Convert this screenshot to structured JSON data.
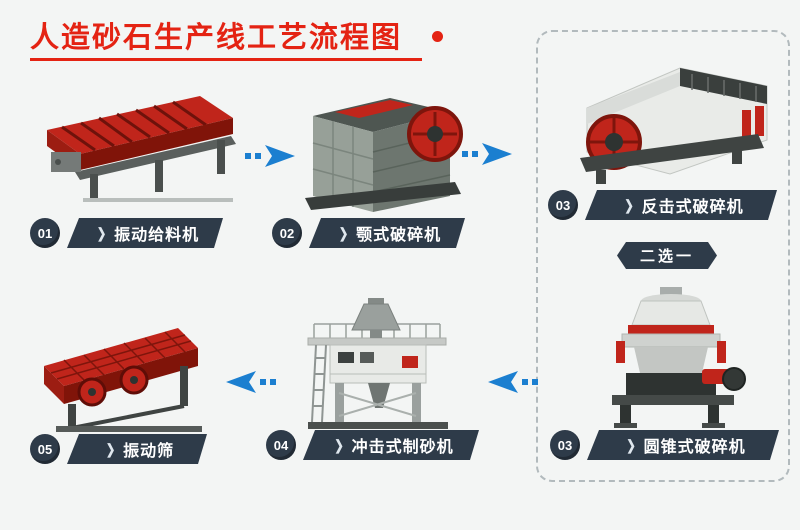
{
  "page": {
    "title": "人造砂石生产线工艺流程图",
    "choice_label": "二选一"
  },
  "colors": {
    "background": "#f3f5f4",
    "title_red": "#e42313",
    "arrow_blue": "#1b7fd0",
    "ribbon_dark": "#2e3b49",
    "machine_red": "#c0251b"
  },
  "stages": [
    {
      "num": "01",
      "label": "振动给料机",
      "machine": "vibrating-feeder"
    },
    {
      "num": "02",
      "label": "颚式破碎机",
      "machine": "jaw-crusher"
    },
    {
      "num": "03",
      "label": "反击式破碎机",
      "machine": "impact-crusher"
    },
    {
      "num": "03",
      "label": "圆锥式破碎机",
      "machine": "cone-crusher"
    },
    {
      "num": "04",
      "label": "冲击式制砂机",
      "machine": "sand-making-machine"
    },
    {
      "num": "05",
      "label": "振动筛",
      "machine": "vibrating-screen"
    }
  ]
}
